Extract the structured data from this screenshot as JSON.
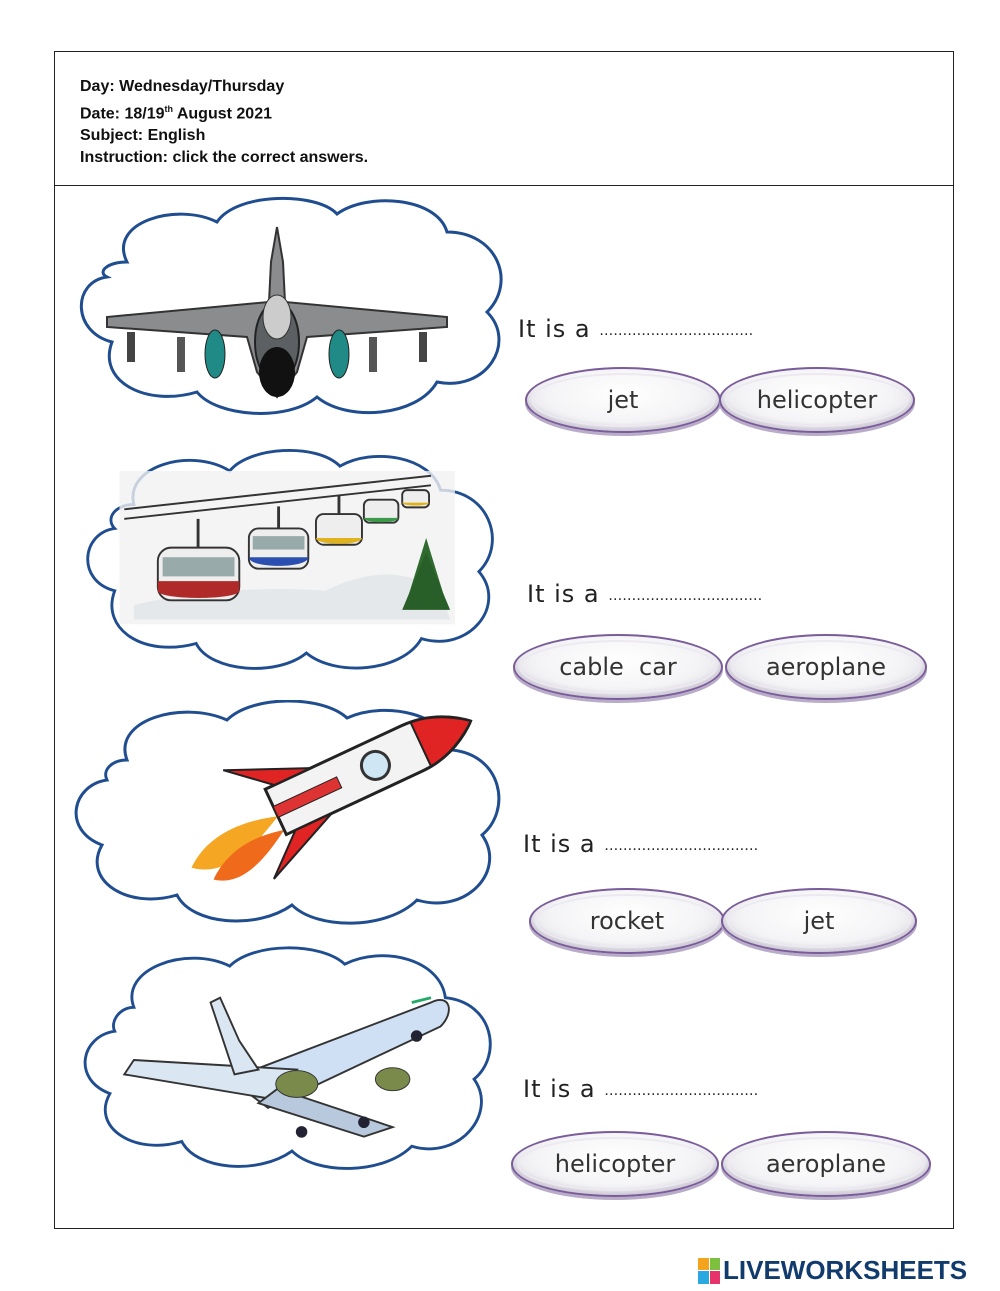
{
  "header": {
    "day": "Day: Wednesday/Thursday",
    "date_prefix": "Date: 18/19",
    "date_sup": "th",
    "date_suffix": " August 2021",
    "subject": "Subject: English",
    "instruction": "Instruction: click the correct answers."
  },
  "questions": [
    {
      "prompt": "It is a",
      "dots": "……………………………",
      "options": [
        "jet",
        "helicopter"
      ],
      "image": "fighter-jet"
    },
    {
      "prompt": "It is a",
      "dots": "……………………………",
      "options": [
        "cable  car",
        "aeroplane"
      ],
      "image": "cable-car"
    },
    {
      "prompt": "It is a",
      "dots": "……………………………",
      "options": [
        "rocket",
        "jet"
      ],
      "image": "rocket"
    },
    {
      "prompt": "It is a",
      "dots": "……………………………",
      "options": [
        "helicopter",
        "aeroplane"
      ],
      "image": "aeroplane"
    }
  ],
  "brand": {
    "name": "LIVEWORKSHEETS",
    "colors": [
      "#f4a31c",
      "#7dbf3f",
      "#2aa9e0",
      "#e6336b"
    ]
  },
  "colors": {
    "cloud_outline": "#1f4d8f",
    "option_border": "#7a5c9a"
  }
}
